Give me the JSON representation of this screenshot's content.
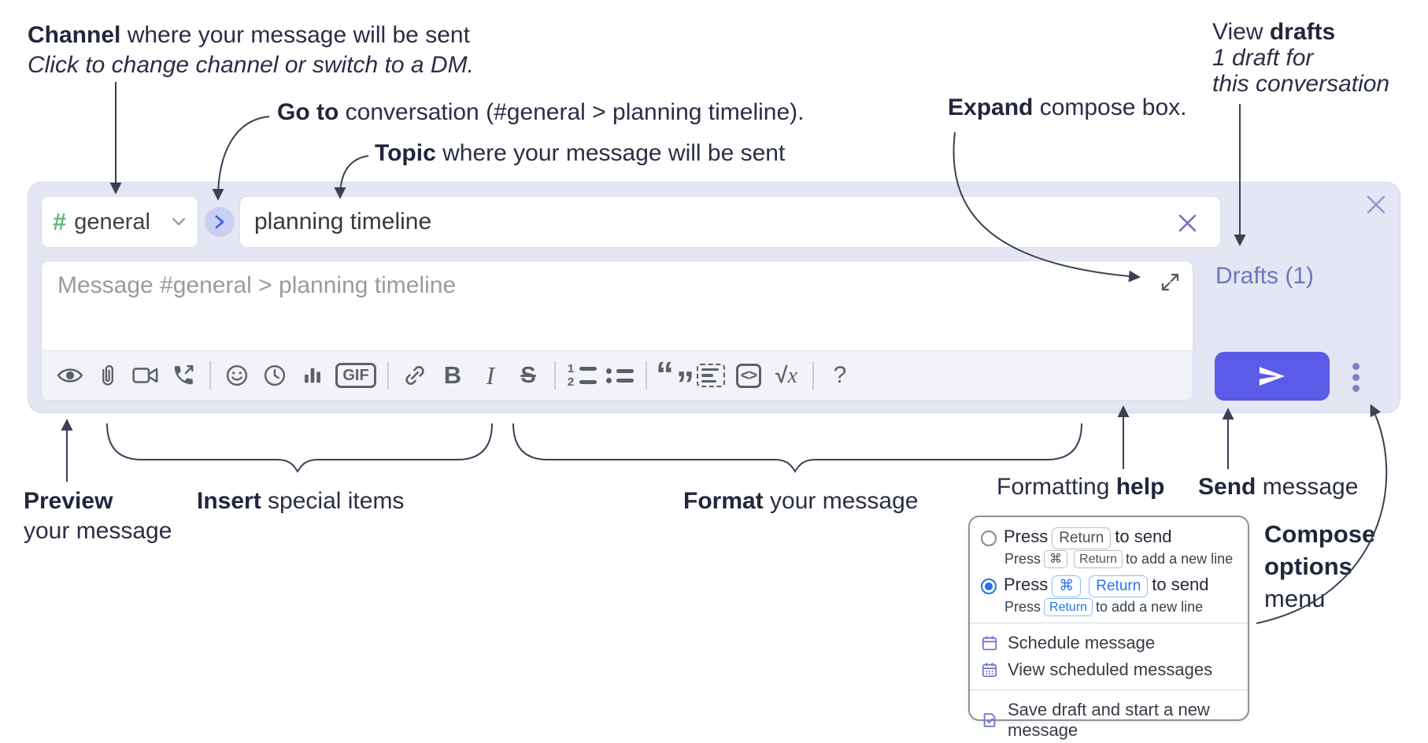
{
  "annotations": {
    "channel": {
      "bold": "Channel",
      "rest": " where your message will be sent",
      "sub": "Click to change channel or switch to a DM."
    },
    "goto": {
      "bold": "Go to",
      "rest": " conversation (#general > planning timeline)."
    },
    "topic": {
      "bold": "Topic",
      "rest": " where your message will be sent"
    },
    "expand": {
      "bold": "Expand",
      "rest": " compose box."
    },
    "drafts": {
      "line1_pre": "View ",
      "line1_bold": "drafts",
      "line2": "1 draft for",
      "line3": "this conversation"
    },
    "preview": {
      "bold": "Preview",
      "line2": "your message"
    },
    "insert": {
      "bold": "Insert",
      "rest": " special items"
    },
    "format": {
      "bold": "Format",
      "rest": " your message"
    },
    "help": {
      "pre": "Formatting ",
      "bold": "help"
    },
    "send": {
      "bold": "Send",
      "rest": " message"
    },
    "compose_options": {
      "line1": "Compose",
      "line2": "options",
      "line3": "menu"
    }
  },
  "compose": {
    "channel_hash": "#",
    "channel_name": "general",
    "topic_value": "planning timeline",
    "message_placeholder": "Message #general > planning timeline",
    "drafts_label": "Drafts (1)"
  },
  "toolbar": {
    "gif": "GIF",
    "bold": "B",
    "italic": "I",
    "strike": "S",
    "quote_open": "“",
    "quote_close": "”",
    "code": "<>",
    "math_root": "√",
    "math_x": "x",
    "help": "?",
    "ol1": "1",
    "ol2": "2"
  },
  "menu": {
    "option1": {
      "press": "Press",
      "key1": "Return",
      "suffix": "to send",
      "sub_press": "Press",
      "sub_key1": "⌘",
      "sub_key2": "Return",
      "sub_suffix": "to add a new line"
    },
    "option2": {
      "press": "Press",
      "key1": "⌘",
      "key2": "Return",
      "suffix": "to send",
      "sub_press": "Press",
      "sub_key1": "Return",
      "sub_suffix": "to add a new line"
    },
    "items": [
      {
        "label": "Schedule message"
      },
      {
        "label": "View scheduled messages"
      },
      {
        "label": "Save draft and start a new message"
      }
    ]
  },
  "colors": {
    "compose_bg": "#e4e6f3",
    "send_button": "#5a5be7",
    "hash_green": "#67b97f",
    "drafts_link": "#6d76bb",
    "kbd_blue": "#2a74ea",
    "radio_selected": "#2472e8",
    "menu_icon_purple": "#7277cf",
    "toolbar_icon_gray": "#5d6066",
    "annotation_ink": "#2a2e45",
    "connector_ink": "#3b4056"
  }
}
